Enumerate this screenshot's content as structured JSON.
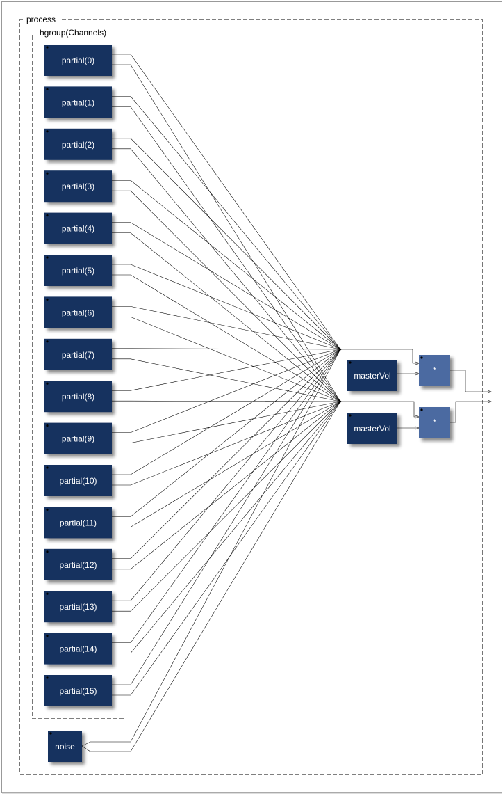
{
  "diagram": {
    "process_group": {
      "label": "process"
    },
    "channels_group": {
      "label": "hgroup(Channels)"
    },
    "partials": [
      {
        "label": "partial(0)"
      },
      {
        "label": "partial(1)"
      },
      {
        "label": "partial(2)"
      },
      {
        "label": "partial(3)"
      },
      {
        "label": "partial(4)"
      },
      {
        "label": "partial(5)"
      },
      {
        "label": "partial(6)"
      },
      {
        "label": "partial(7)"
      },
      {
        "label": "partial(8)"
      },
      {
        "label": "partial(9)"
      },
      {
        "label": "partial(10)"
      },
      {
        "label": "partial(11)"
      },
      {
        "label": "partial(12)"
      },
      {
        "label": "partial(13)"
      },
      {
        "label": "partial(14)"
      },
      {
        "label": "partial(15)"
      }
    ],
    "noise": {
      "label": "noise"
    },
    "mastervols": [
      {
        "label": "masterVol"
      },
      {
        "label": "masterVol"
      }
    ],
    "multipliers": [
      {
        "label": "*"
      },
      {
        "label": "*"
      }
    ],
    "colors": {
      "block": "#17305f",
      "multiplier": "#4c6aa1",
      "block_text": "#ffffff",
      "wire": "#000000",
      "group_border": "#555555",
      "page_border": "#999999"
    }
  }
}
